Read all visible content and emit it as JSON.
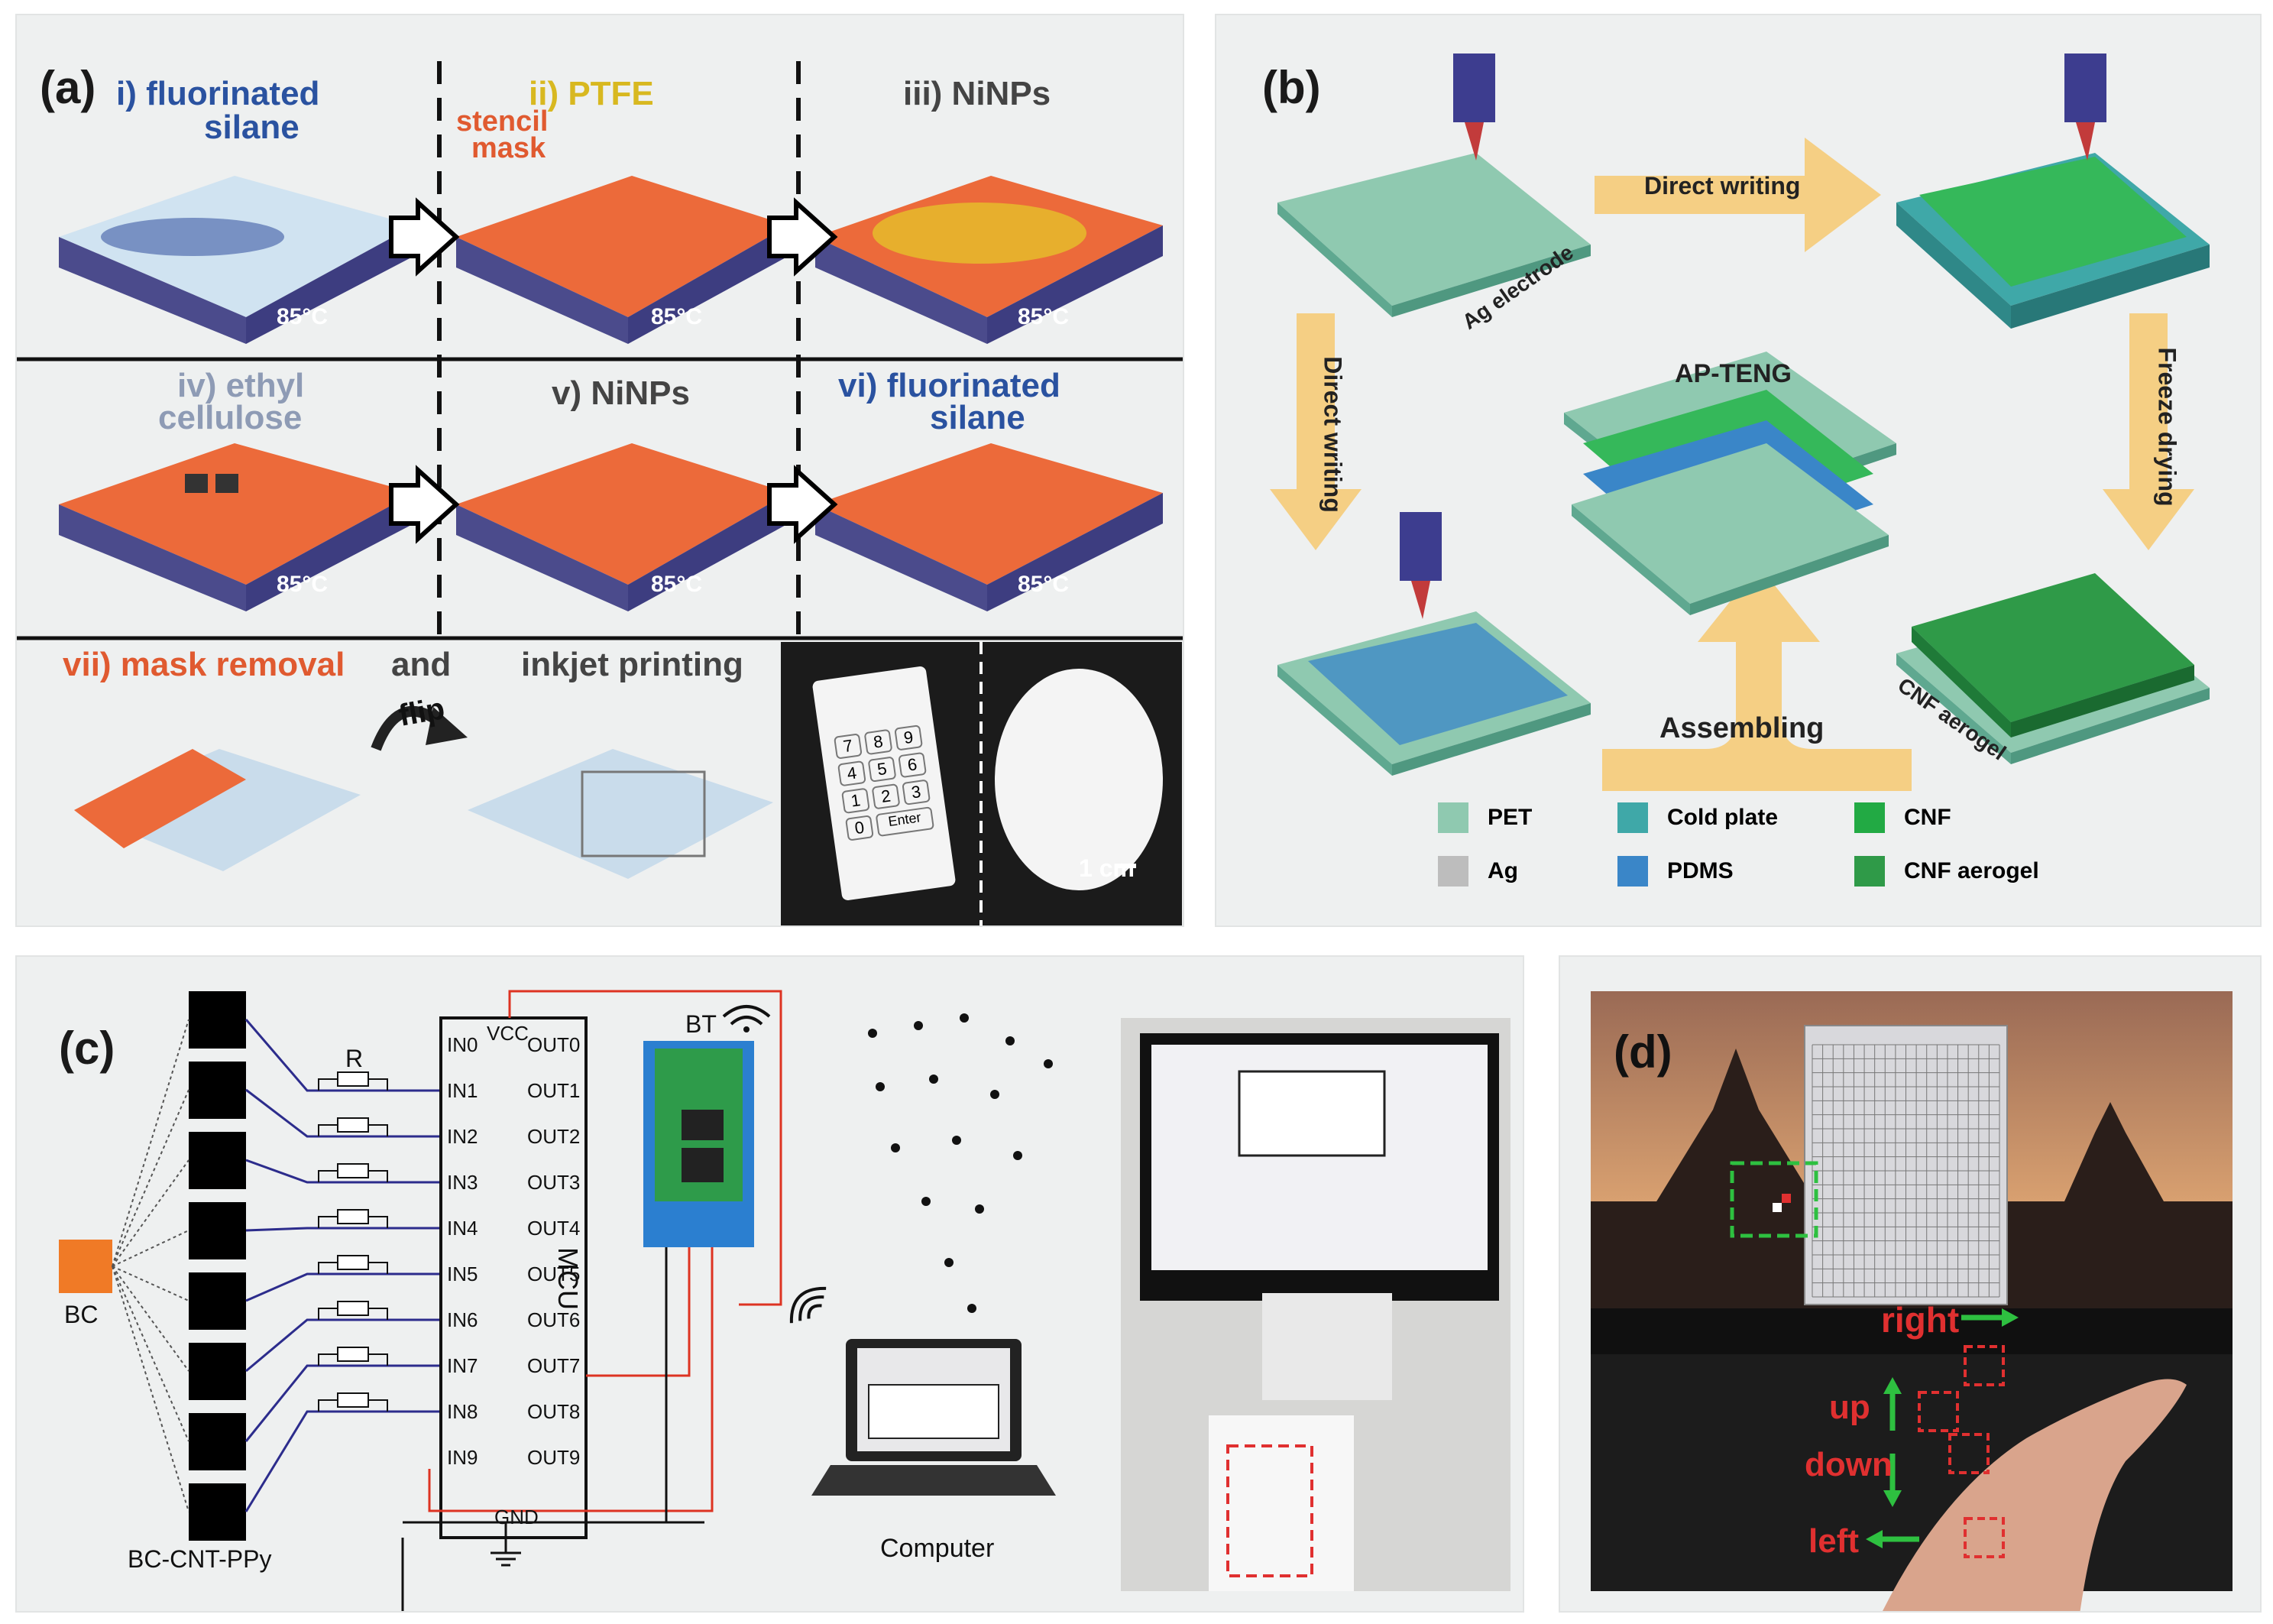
{
  "figure": {
    "panel_a": {
      "label": "(a)",
      "steps": [
        {
          "line1": "i) fluorinated",
          "line2": "silane"
        },
        {
          "line1": "ii) PTFE",
          "line2": ""
        },
        {
          "line1": "iii) NiNPs",
          "line2": ""
        },
        {
          "line1": "iv) ethyl",
          "line2": "cellulose"
        },
        {
          "line1": "v) NiNPs",
          "line2": ""
        },
        {
          "line1": "vi) fluorinated",
          "line2": "silane"
        }
      ],
      "stencil_mask": {
        "line1": "stencil",
        "line2": "mask"
      },
      "temperature": "85°C",
      "mask_removal": "vii) mask removal",
      "and": "and",
      "inkjet": "inkjet printing",
      "flip": "flip",
      "keypad_keys": [
        "7",
        "8",
        "9",
        "4",
        "5",
        "6",
        "1",
        "2",
        "3",
        "0",
        "Enter"
      ],
      "scale_bar": "1 cm"
    },
    "panel_b": {
      "label": "(b)",
      "direct_writing_top": "Direct writing",
      "direct_writing_left": "Direct writing",
      "freeze_drying": "Freeze drying",
      "assembling": "Assembling",
      "ap_teng": "AP-TENG",
      "ag_electrode": "Ag electrode",
      "cnf_aerogel_label": "CNF aerogel",
      "legend": [
        {
          "label": "PET",
          "color": "#8fc9b0"
        },
        {
          "label": "Cold plate",
          "color": "#3fa8a8"
        },
        {
          "label": "CNF",
          "color": "#22aa44"
        },
        {
          "label": "Ag",
          "color": "#bdbdbd"
        },
        {
          "label": "PDMS",
          "color": "#3a86c8"
        },
        {
          "label": "CNF aerogel",
          "color": "#2f9a48"
        }
      ]
    },
    "panel_c": {
      "label": "(c)",
      "bc": "BC",
      "bc_cnt_ppy": "BC-CNT-PPy",
      "r": "R",
      "vcc": "VCC",
      "gnd": "GND",
      "mcu": "MCU",
      "bt": "BT",
      "inputs": [
        "IN0",
        "IN1",
        "IN2",
        "IN3",
        "IN4",
        "IN5",
        "IN6",
        "IN7",
        "IN8",
        "IN9"
      ],
      "outputs": [
        "OUT0",
        "OUT1",
        "OUT2",
        "OUT3",
        "OUT4",
        "OUT5",
        "OUT6",
        "OUT7",
        "OUT8",
        "OUT9"
      ],
      "computer": "Computer"
    },
    "panel_d": {
      "label": "(d)",
      "right": "right",
      "up": "up",
      "down": "down",
      "left": "left"
    }
  }
}
